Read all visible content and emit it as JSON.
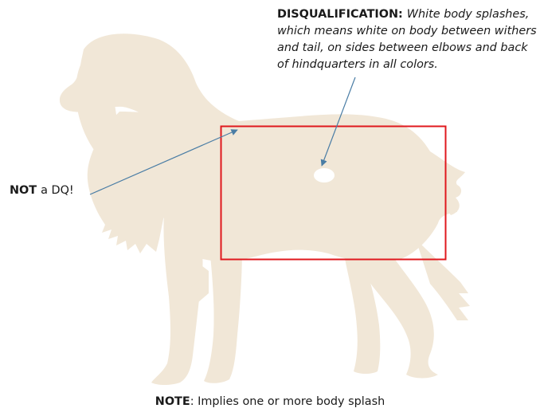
{
  "colors": {
    "dog_silhouette": "#f1e7d7",
    "highlight_box": "#e0181e",
    "arrow": "#4a7da5",
    "text": "#1a1a1a"
  },
  "disqualification_note": {
    "label": "DISQUALIFICATION:",
    "text": "White body splashes, which means white on body between withers and tail, on sides between elbows and back of hindquarters in all colors."
  },
  "not_dq_note": {
    "label": "NOT",
    "text": "a DQ!"
  },
  "bottom_note": {
    "label": "NOTE",
    "text": ": Implies one or more body splash"
  },
  "icons": {
    "dog": "dog-silhouette-icon",
    "splash": "white-splash-marker"
  }
}
